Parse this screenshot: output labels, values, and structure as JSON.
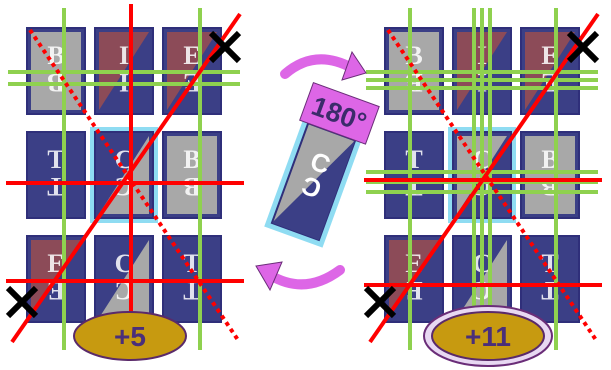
{
  "colors": {
    "background": "#ffffff",
    "card_border": "#2f2f7a",
    "navy": "#3b3f86",
    "gray": "#a8a8a8",
    "maroon": "#8c4b58",
    "green_line": "#8fd14f",
    "red_line": "#ff0000",
    "highlight": "#8fdcf2",
    "badge_bg": "#e8d8f2",
    "score_fill": "#c79a10",
    "rotate_fill": "#dd66e6",
    "x_mark": "#000000"
  },
  "boards": [
    {
      "id": "before",
      "score": "+5",
      "cards": [
        {
          "letter": "B",
          "style": "gray"
        },
        {
          "letter": "I",
          "style": "maroon-navy"
        },
        {
          "letter": "E",
          "style": "maroon-navy"
        },
        {
          "letter": "T",
          "style": "navy"
        },
        {
          "letter": "C",
          "style": "navy-gray",
          "highlighted": true
        },
        {
          "letter": "B",
          "style": "gray"
        },
        {
          "letter": "E",
          "style": "maroon-navy"
        },
        {
          "letter": "C",
          "style": "navy-gray"
        },
        {
          "letter": "T",
          "style": "navy"
        }
      ]
    },
    {
      "id": "after",
      "score": "+11",
      "cards": [
        {
          "letter": "B",
          "style": "gray"
        },
        {
          "letter": "I",
          "style": "maroon-navy"
        },
        {
          "letter": "E",
          "style": "maroon-navy"
        },
        {
          "letter": "T",
          "style": "navy"
        },
        {
          "letter": "C",
          "style": "gray-navy",
          "highlighted": true
        },
        {
          "letter": "B",
          "style": "gray"
        },
        {
          "letter": "E",
          "style": "maroon-navy"
        },
        {
          "letter": "C",
          "style": "navy-gray"
        },
        {
          "letter": "T",
          "style": "navy"
        }
      ]
    }
  ],
  "rotation": {
    "label": "180°",
    "card_letter": "C",
    "icon": "rotate-arrows-icon"
  },
  "marks": {
    "icon": "x-mark-icon"
  }
}
